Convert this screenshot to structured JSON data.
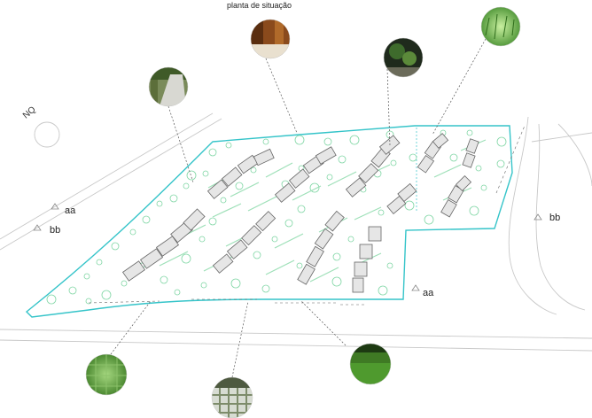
{
  "title": "planta de situação",
  "north_label": "NQ",
  "section_labels": {
    "aa_left": "aa",
    "bb_left": "bb",
    "bb_right": "bb",
    "aa_bottom": "aa"
  },
  "photos": [
    {
      "name": "photo-stone-path",
      "icon": "garden-path"
    },
    {
      "name": "photo-wood-deck",
      "icon": "wooden-deck"
    },
    {
      "name": "photo-shrub-garden",
      "icon": "shrub-garden"
    },
    {
      "name": "photo-grass-detail",
      "icon": "grass"
    },
    {
      "name": "photo-grass-paver",
      "icon": "grass-paver"
    },
    {
      "name": "photo-concrete-grid-paver",
      "icon": "concrete-grid-paver"
    },
    {
      "name": "photo-lawn",
      "icon": "lawn"
    }
  ],
  "colors": {
    "boundary": "#35c4c9",
    "trees": "#7fd6a4",
    "buildings": "#bdbdbd",
    "leader_lines": "#555555",
    "roads": "#c8c8c8"
  }
}
